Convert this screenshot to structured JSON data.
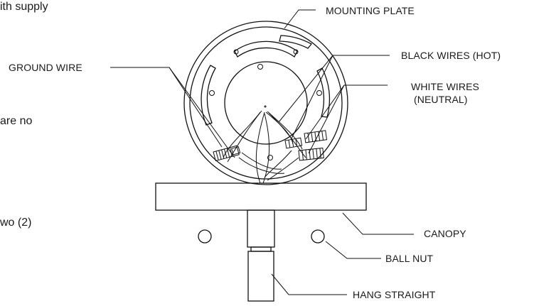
{
  "margin_fragments": [
    "ith supply",
    "are no",
    "wo (2)"
  ],
  "labels": {
    "mounting_plate": "MOUNTING PLATE",
    "ground_wire": "GROUND WIRE",
    "black_wires": "BLACK WIRES (HOT)",
    "white_wires_line1": "WHITE  WIRES",
    "white_wires_line2": "(NEUTRAL)",
    "canopy": "CANOPY",
    "ball_nut": "BALL NUT",
    "hang_straight": "HANG STRAIGHT"
  }
}
